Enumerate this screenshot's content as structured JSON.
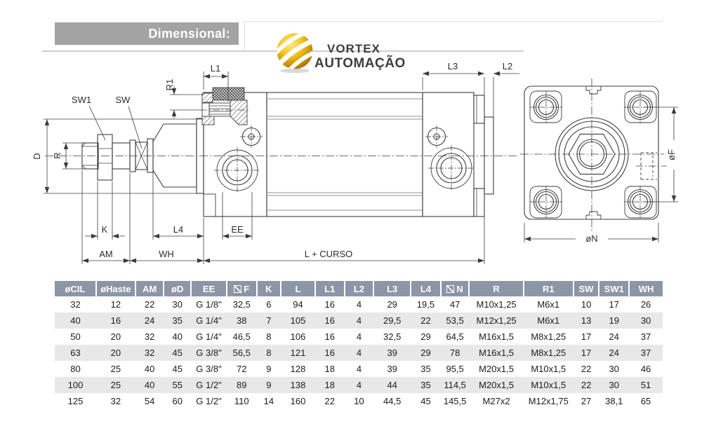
{
  "page": {
    "title_banner": "Dimensional:"
  },
  "logo": {
    "name_top": "VORTEX",
    "name_bottom": "AUTOMAÇÃO"
  },
  "drawing": {
    "labels": {
      "sw1": "SW1",
      "sw": "SW",
      "d": "D",
      "r": "R",
      "l1": "L1",
      "r1": "R1",
      "l3": "L3",
      "l2": "L2",
      "k": "K",
      "l4": "L4",
      "ee": "EE",
      "am": "AM",
      "wh": "WH",
      "l_curso": "L + CURSO",
      "of": "øF",
      "on": "øN"
    }
  },
  "table": {
    "columns": [
      "øCIL",
      "øHaste",
      "AM",
      "øD",
      "EE",
      "⧄F",
      "K",
      "L",
      "L1",
      "L2",
      "L3",
      "L4",
      "⧄N",
      "R",
      "R1",
      "SW",
      "SW1",
      "WH"
    ],
    "rows": [
      [
        "32",
        "12",
        "22",
        "30",
        "G 1/8\"",
        "32,5",
        "6",
        "94",
        "16",
        "4",
        "29",
        "19,5",
        "47",
        "M10x1,25",
        "M6x1",
        "10",
        "17",
        "26"
      ],
      [
        "40",
        "16",
        "24",
        "35",
        "G 1/4\"",
        "38",
        "7",
        "105",
        "16",
        "4",
        "29,5",
        "22",
        "53,5",
        "M12x1,25",
        "M6x1",
        "13",
        "19",
        "30"
      ],
      [
        "50",
        "20",
        "32",
        "40",
        "G 1/4\"",
        "46,5",
        "8",
        "106",
        "16",
        "4",
        "32,5",
        "29",
        "64,5",
        "M16x1,5",
        "M8x1,25",
        "17",
        "24",
        "37"
      ],
      [
        "63",
        "20",
        "32",
        "45",
        "G 3/8\"",
        "56,5",
        "8",
        "121",
        "16",
        "4",
        "39",
        "29",
        "78",
        "M16x1,5",
        "M8x1,25",
        "17",
        "24",
        "37"
      ],
      [
        "80",
        "25",
        "40",
        "45",
        "G 3/8\"",
        "72",
        "9",
        "128",
        "18",
        "4",
        "39",
        "35",
        "95,5",
        "M20x1,5",
        "M10x1,5",
        "22",
        "30",
        "46"
      ],
      [
        "100",
        "25",
        "40",
        "55",
        "G 1/2\"",
        "89",
        "9",
        "138",
        "18",
        "4",
        "44",
        "35",
        "114,5",
        "M20x1,5",
        "M10x1,5",
        "22",
        "30",
        "51"
      ],
      [
        "125",
        "32",
        "54",
        "60",
        "G 1/2\"",
        "110",
        "14",
        "160",
        "22",
        "10",
        "44,5",
        "45",
        "145,5",
        "M27x2",
        "M12x1,75",
        "27",
        "38,1",
        "65"
      ]
    ]
  },
  "colors": {
    "table_header_bg": "#8c96a6",
    "table_row_alt": "#e8e8e8",
    "banner_bg": "#a3a3a3",
    "drawing_line": "#3c3c3c",
    "logo_text": "#3e3e3e",
    "logo_gold": "#eebc13"
  }
}
